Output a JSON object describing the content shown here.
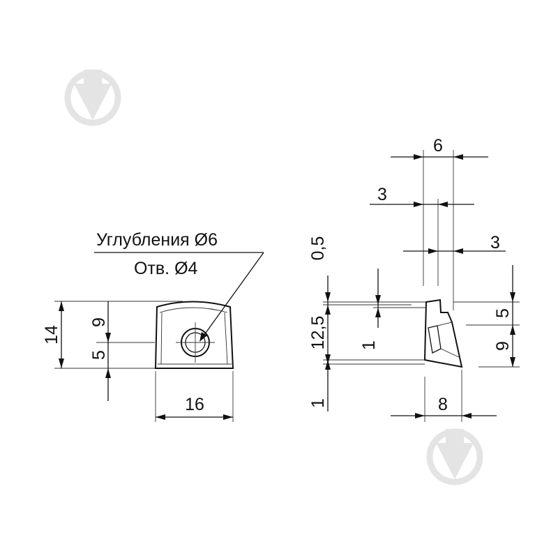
{
  "front_view": {
    "callout_line1": "Углубления Ø6",
    "callout_line2": "Отв. Ø4",
    "dim_height": "14",
    "dim_upper": "9",
    "dim_lower": "5",
    "dim_width": "16"
  },
  "side_view": {
    "dim_top_width": "6",
    "dim_left_gap": "3",
    "dim_right_gap": "3",
    "dim_top_offset": "0,5",
    "dim_body_height": "12,5",
    "dim_inner_step": "1",
    "dim_bottom_offset": "1",
    "dim_right_upper": "5",
    "dim_right_lower": "9",
    "dim_base_width": "8"
  },
  "watermark": {
    "icon": "drop-logo-icon",
    "color": "#e4e4e4"
  }
}
